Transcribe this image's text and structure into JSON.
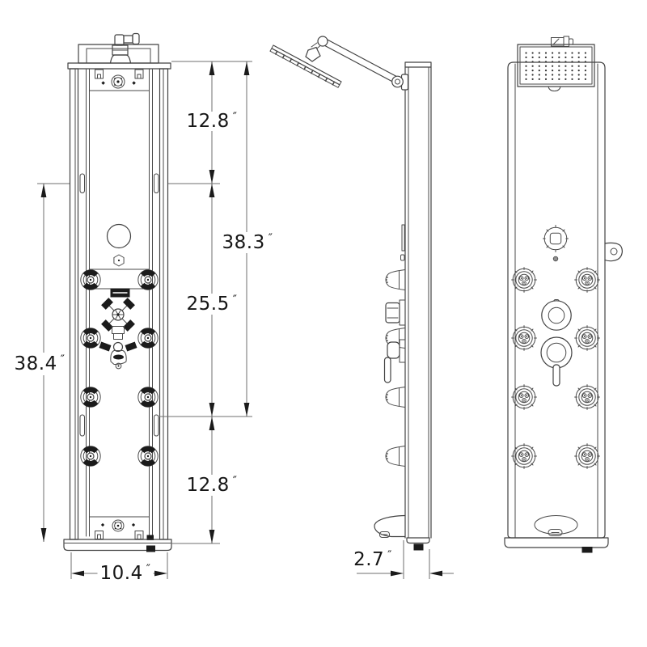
{
  "drawing": {
    "subject": "shower panel three-view technical dimension drawing",
    "background": "#ffffff",
    "line_color": "#424242",
    "dim_line_color": "#6f6f6f",
    "text_color": "#161616",
    "dimensions": {
      "top_right": {
        "value": "12.8",
        "unit": "″"
      },
      "right_total": {
        "value": "38.3",
        "unit": "″"
      },
      "right_middle": {
        "value": "25.5",
        "unit": "″"
      },
      "bottom_right": {
        "value": "12.8",
        "unit": "″"
      },
      "left_total": {
        "value": "38.4",
        "unit": "″"
      },
      "width": {
        "value": "10.4",
        "unit": "″"
      },
      "depth": {
        "value": "2.7",
        "unit": "″"
      }
    }
  }
}
